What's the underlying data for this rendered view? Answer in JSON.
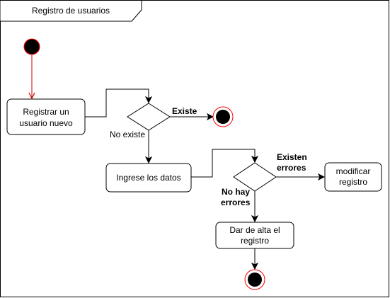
{
  "frame": {
    "title": "Registro de usuarios"
  },
  "nodes": {
    "registrar": {
      "lines": [
        "Registrar un",
        "usuario nuevo"
      ]
    },
    "ingrese": {
      "lines": [
        "Ingrese los datos"
      ]
    },
    "modificar": {
      "lines": [
        "modificar",
        "registro"
      ]
    },
    "dar_alta": {
      "lines": [
        "Dar de alta el",
        "registro"
      ]
    }
  },
  "edge_labels": {
    "existe": "Existe",
    "no_existe": "No existe",
    "existen_errores": [
      "Existen",
      "errores"
    ],
    "no_hay_errores": [
      "No hay",
      "errores"
    ]
  },
  "colors": {
    "line": "#000000",
    "start_edge": "#cc0000",
    "end_ring": "#ff0000",
    "fill": "#ffffff",
    "dot": "#000000"
  }
}
